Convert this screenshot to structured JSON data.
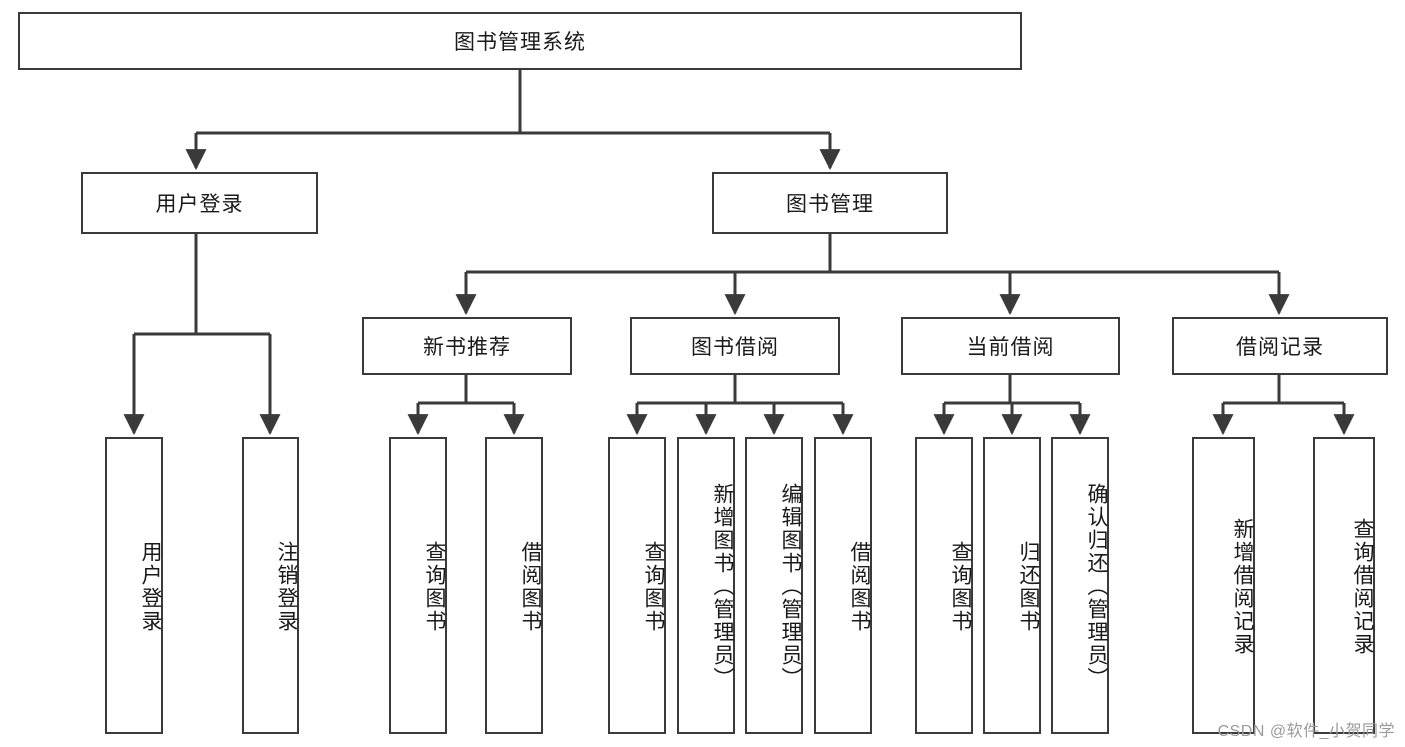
{
  "diagram": {
    "title": "图书管理系统",
    "type": "hierarchy-tree",
    "colors": {
      "box_border": "#3a3a3a",
      "box_fill": "#ffffff",
      "edge": "#3a3a3a",
      "text": "#1a1a1a",
      "watermark": "#9a9a9a",
      "background": "#ffffff"
    },
    "root": {
      "label": "图书管理系统"
    },
    "level2": [
      {
        "label": "用户登录"
      },
      {
        "label": "图书管理"
      }
    ],
    "level3": [
      {
        "label": "新书推荐"
      },
      {
        "label": "图书借阅"
      },
      {
        "label": "当前借阅"
      },
      {
        "label": "借阅记录"
      }
    ],
    "leaves": {
      "user_login": [
        {
          "label": "用户登录"
        },
        {
          "label": "注销登录"
        }
      ],
      "new_book_recommend": [
        {
          "label": "查询图书"
        },
        {
          "label": "借阅图书"
        }
      ],
      "book_borrow": [
        {
          "label": "查询图书"
        },
        {
          "label": "新增图书（管理员）"
        },
        {
          "label": "编辑图书（管理员）"
        },
        {
          "label": "借阅图书"
        }
      ],
      "current_borrow": [
        {
          "label": "查询图书"
        },
        {
          "label": "归还图书"
        },
        {
          "label": "确认归还（管理员）"
        }
      ],
      "borrow_record": [
        {
          "label": "新增借阅记录"
        },
        {
          "label": "查询借阅记录"
        }
      ]
    }
  },
  "watermark": {
    "text": "CSDN @软件_小贺同学"
  }
}
